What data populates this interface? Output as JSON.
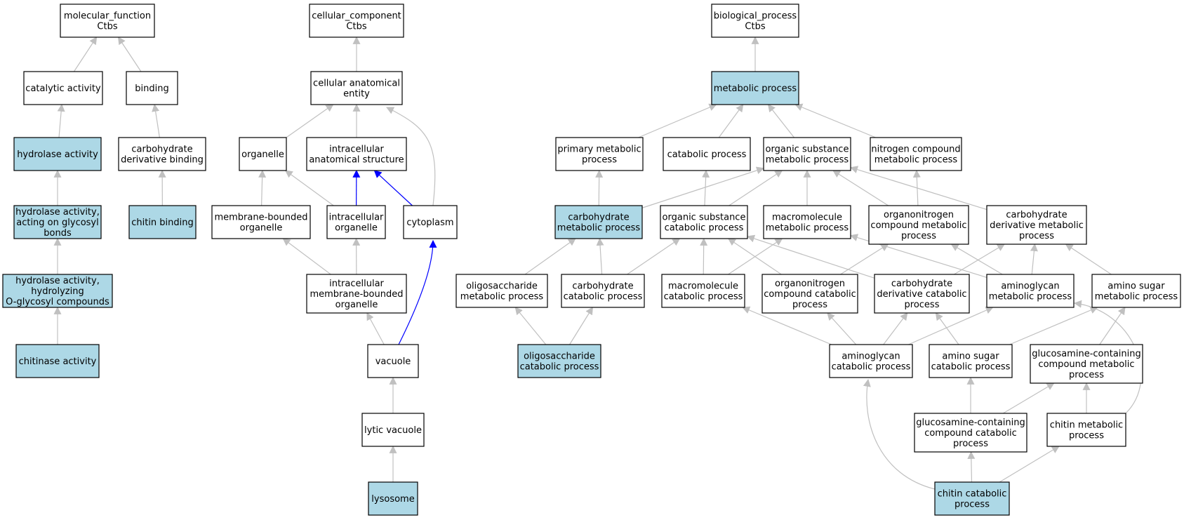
{
  "colors": {
    "highlight_fill": "#add8e6",
    "plain_fill": "#ffffff",
    "border": "#000000",
    "edge_default": "#c0c0c0",
    "edge_blue": "#0000ff"
  },
  "nodes": [
    {
      "id": "mf",
      "lines": [
        "molecular_function",
        "Ctbs"
      ],
      "highlight": false
    },
    {
      "id": "catalytic",
      "lines": [
        "catalytic activity"
      ],
      "highlight": false
    },
    {
      "id": "binding",
      "lines": [
        "binding"
      ],
      "highlight": false
    },
    {
      "id": "hydrolase",
      "lines": [
        "hydrolase activity"
      ],
      "highlight": true
    },
    {
      "id": "carbderivbind",
      "lines": [
        "carbohydrate",
        "derivative binding"
      ],
      "highlight": false
    },
    {
      "id": "hydroglyco",
      "lines": [
        "hydrolase activity,",
        "acting on glycosyl",
        "bonds"
      ],
      "highlight": true
    },
    {
      "id": "chitinbind",
      "lines": [
        "chitin binding"
      ],
      "highlight": true
    },
    {
      "id": "hydroOglyco",
      "lines": [
        "hydrolase activity,",
        "hydrolyzing",
        "O-glycosyl compounds"
      ],
      "highlight": true
    },
    {
      "id": "chitinase",
      "lines": [
        "chitinase activity"
      ],
      "highlight": true
    },
    {
      "id": "cc",
      "lines": [
        "cellular_component",
        "Ctbs"
      ],
      "highlight": false
    },
    {
      "id": "cae",
      "lines": [
        "cellular anatomical",
        "entity"
      ],
      "highlight": false
    },
    {
      "id": "organelle",
      "lines": [
        "organelle"
      ],
      "highlight": false
    },
    {
      "id": "ias",
      "lines": [
        "intracellular",
        "anatomical structure"
      ],
      "highlight": false
    },
    {
      "id": "mbo",
      "lines": [
        "membrane-bounded",
        "organelle"
      ],
      "highlight": false
    },
    {
      "id": "io",
      "lines": [
        "intracellular",
        "organelle"
      ],
      "highlight": false
    },
    {
      "id": "cytoplasm",
      "lines": [
        "cytoplasm"
      ],
      "highlight": false
    },
    {
      "id": "imbo",
      "lines": [
        "intracellular",
        "membrane-bounded",
        "organelle"
      ],
      "highlight": false
    },
    {
      "id": "vacuole",
      "lines": [
        "vacuole"
      ],
      "highlight": false
    },
    {
      "id": "lytic",
      "lines": [
        "lytic vacuole"
      ],
      "highlight": false
    },
    {
      "id": "lysosome",
      "lines": [
        "lysosome"
      ],
      "highlight": true
    },
    {
      "id": "bp",
      "lines": [
        "biological_process",
        "Ctbs"
      ],
      "highlight": false
    },
    {
      "id": "mp",
      "lines": [
        "metabolic process"
      ],
      "highlight": true
    },
    {
      "id": "pmp",
      "lines": [
        "primary metabolic",
        "process"
      ],
      "highlight": false
    },
    {
      "id": "cp",
      "lines": [
        "catabolic process"
      ],
      "highlight": false
    },
    {
      "id": "osmp",
      "lines": [
        "organic substance",
        "metabolic process"
      ],
      "highlight": false
    },
    {
      "id": "ncmp",
      "lines": [
        "nitrogen compound",
        "metabolic process"
      ],
      "highlight": false
    },
    {
      "id": "carbmp",
      "lines": [
        "carbohydrate",
        "metabolic process"
      ],
      "highlight": true
    },
    {
      "id": "oscp",
      "lines": [
        "organic substance",
        "catabolic process"
      ],
      "highlight": false
    },
    {
      "id": "macromp",
      "lines": [
        "macromolecule",
        "metabolic process"
      ],
      "highlight": false
    },
    {
      "id": "onmp",
      "lines": [
        "organonitrogen",
        "compound metabolic",
        "process"
      ],
      "highlight": false
    },
    {
      "id": "cdmp",
      "lines": [
        "carbohydrate",
        "derivative metabolic",
        "process"
      ],
      "highlight": false
    },
    {
      "id": "oligomp",
      "lines": [
        "oligosaccharide",
        "metabolic process"
      ],
      "highlight": false
    },
    {
      "id": "carbcp",
      "lines": [
        "carbohydrate",
        "catabolic process"
      ],
      "highlight": false
    },
    {
      "id": "macrocp",
      "lines": [
        "macromolecule",
        "catabolic process"
      ],
      "highlight": false
    },
    {
      "id": "oncp",
      "lines": [
        "organonitrogen",
        "compound catabolic",
        "process"
      ],
      "highlight": false
    },
    {
      "id": "cdcp",
      "lines": [
        "carbohydrate",
        "derivative catabolic",
        "process"
      ],
      "highlight": false
    },
    {
      "id": "agmp",
      "lines": [
        "aminoglycan",
        "metabolic process"
      ],
      "highlight": false
    },
    {
      "id": "asmp",
      "lines": [
        "amino sugar",
        "metabolic process"
      ],
      "highlight": false
    },
    {
      "id": "oligocp",
      "lines": [
        "oligosaccharide",
        "catabolic process"
      ],
      "highlight": true
    },
    {
      "id": "agcp",
      "lines": [
        "aminoglycan",
        "catabolic process"
      ],
      "highlight": false
    },
    {
      "id": "ascp",
      "lines": [
        "amino sugar",
        "catabolic process"
      ],
      "highlight": false
    },
    {
      "id": "gccmp",
      "lines": [
        "glucosamine-containing",
        "compound metabolic",
        "process"
      ],
      "highlight": false
    },
    {
      "id": "gcccp",
      "lines": [
        "glucosamine-containing",
        "compound catabolic",
        "process"
      ],
      "highlight": false
    },
    {
      "id": "chitinmp",
      "lines": [
        "chitin metabolic",
        "process"
      ],
      "highlight": false
    },
    {
      "id": "chitincp",
      "lines": [
        "chitin catabolic",
        "process"
      ],
      "highlight": true
    }
  ],
  "edges": [
    {
      "from": "catalytic",
      "to": "mf",
      "color": "gray"
    },
    {
      "from": "binding",
      "to": "mf",
      "color": "gray"
    },
    {
      "from": "hydrolase",
      "to": "catalytic",
      "color": "gray"
    },
    {
      "from": "carbderivbind",
      "to": "binding",
      "color": "gray"
    },
    {
      "from": "hydroglyco",
      "to": "hydrolase",
      "color": "gray"
    },
    {
      "from": "chitinbind",
      "to": "carbderivbind",
      "color": "gray"
    },
    {
      "from": "hydroOglyco",
      "to": "hydroglyco",
      "color": "gray"
    },
    {
      "from": "chitinase",
      "to": "hydroOglyco",
      "color": "gray"
    },
    {
      "from": "cae",
      "to": "cc",
      "color": "gray"
    },
    {
      "from": "organelle",
      "to": "cae",
      "color": "gray"
    },
    {
      "from": "ias",
      "to": "cae",
      "color": "gray"
    },
    {
      "from": "cytoplasm",
      "to": "cae",
      "color": "gray",
      "curve": true
    },
    {
      "from": "mbo",
      "to": "organelle",
      "color": "gray"
    },
    {
      "from": "io",
      "to": "organelle",
      "color": "gray"
    },
    {
      "from": "io",
      "to": "ias",
      "color": "blue"
    },
    {
      "from": "cytoplasm",
      "to": "ias",
      "color": "blue"
    },
    {
      "from": "imbo",
      "to": "mbo",
      "color": "gray"
    },
    {
      "from": "imbo",
      "to": "io",
      "color": "gray"
    },
    {
      "from": "vacuole",
      "to": "imbo",
      "color": "gray"
    },
    {
      "from": "vacuole",
      "to": "cytoplasm",
      "color": "blue",
      "curve": true
    },
    {
      "from": "lytic",
      "to": "vacuole",
      "color": "gray"
    },
    {
      "from": "lysosome",
      "to": "lytic",
      "color": "gray"
    },
    {
      "from": "mp",
      "to": "bp",
      "color": "gray"
    },
    {
      "from": "pmp",
      "to": "mp",
      "color": "gray"
    },
    {
      "from": "cp",
      "to": "mp",
      "color": "gray"
    },
    {
      "from": "osmp",
      "to": "mp",
      "color": "gray"
    },
    {
      "from": "ncmp",
      "to": "mp",
      "color": "gray"
    },
    {
      "from": "carbmp",
      "to": "pmp",
      "color": "gray"
    },
    {
      "from": "carbmp",
      "to": "osmp",
      "color": "gray"
    },
    {
      "from": "oscp",
      "to": "cp",
      "color": "gray"
    },
    {
      "from": "oscp",
      "to": "osmp",
      "color": "gray"
    },
    {
      "from": "macromp",
      "to": "osmp",
      "color": "gray"
    },
    {
      "from": "onmp",
      "to": "osmp",
      "color": "gray"
    },
    {
      "from": "onmp",
      "to": "ncmp",
      "color": "gray"
    },
    {
      "from": "cdmp",
      "to": "osmp",
      "color": "gray"
    },
    {
      "from": "oligomp",
      "to": "carbmp",
      "color": "gray"
    },
    {
      "from": "carbcp",
      "to": "carbmp",
      "color": "gray"
    },
    {
      "from": "carbcp",
      "to": "oscp",
      "color": "gray"
    },
    {
      "from": "macrocp",
      "to": "oscp",
      "color": "gray"
    },
    {
      "from": "macrocp",
      "to": "macromp",
      "color": "gray"
    },
    {
      "from": "oncp",
      "to": "oscp",
      "color": "gray"
    },
    {
      "from": "oncp",
      "to": "onmp",
      "color": "gray"
    },
    {
      "from": "cdcp",
      "to": "oscp",
      "color": "gray"
    },
    {
      "from": "cdcp",
      "to": "cdmp",
      "color": "gray"
    },
    {
      "from": "agmp",
      "to": "macromp",
      "color": "gray"
    },
    {
      "from": "agmp",
      "to": "onmp",
      "color": "gray"
    },
    {
      "from": "agmp",
      "to": "cdmp",
      "color": "gray"
    },
    {
      "from": "asmp",
      "to": "cdmp",
      "color": "gray"
    },
    {
      "from": "oligocp",
      "to": "oligomp",
      "color": "gray"
    },
    {
      "from": "oligocp",
      "to": "carbcp",
      "color": "gray"
    },
    {
      "from": "agcp",
      "to": "macrocp",
      "color": "gray"
    },
    {
      "from": "agcp",
      "to": "oncp",
      "color": "gray"
    },
    {
      "from": "agcp",
      "to": "cdcp",
      "color": "gray"
    },
    {
      "from": "agcp",
      "to": "agmp",
      "color": "gray"
    },
    {
      "from": "ascp",
      "to": "cdcp",
      "color": "gray"
    },
    {
      "from": "ascp",
      "to": "asmp",
      "color": "gray"
    },
    {
      "from": "gccmp",
      "to": "asmp",
      "color": "gray"
    },
    {
      "from": "gcccp",
      "to": "ascp",
      "color": "gray"
    },
    {
      "from": "gcccp",
      "to": "gccmp",
      "color": "gray"
    },
    {
      "from": "chitinmp",
      "to": "gccmp",
      "color": "gray"
    },
    {
      "from": "chitinmp",
      "to": "agmp",
      "color": "gray",
      "curve": true
    },
    {
      "from": "chitincp",
      "to": "gcccp",
      "color": "gray"
    },
    {
      "from": "chitincp",
      "to": "chitinmp",
      "color": "gray"
    },
    {
      "from": "chitincp",
      "to": "agcp",
      "color": "gray",
      "curve": true
    }
  ]
}
